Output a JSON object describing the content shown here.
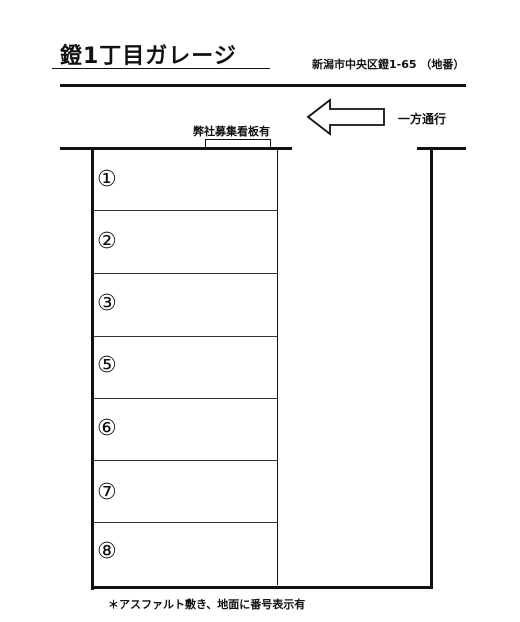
{
  "title": "鐙1丁目ガレージ",
  "address": "新潟市中央区鐙1-65 （地番）",
  "one_way_label": "一方通行",
  "sign_label": "弊社募集看板有",
  "parking_spaces": [
    {
      "number": "①"
    },
    {
      "number": "②"
    },
    {
      "number": "③"
    },
    {
      "number": "⑤"
    },
    {
      "number": "⑥"
    },
    {
      "number": "⑦"
    },
    {
      "number": "⑧"
    }
  ],
  "footnote": "＊アスファルト敷き、地面に番号表示有"
}
